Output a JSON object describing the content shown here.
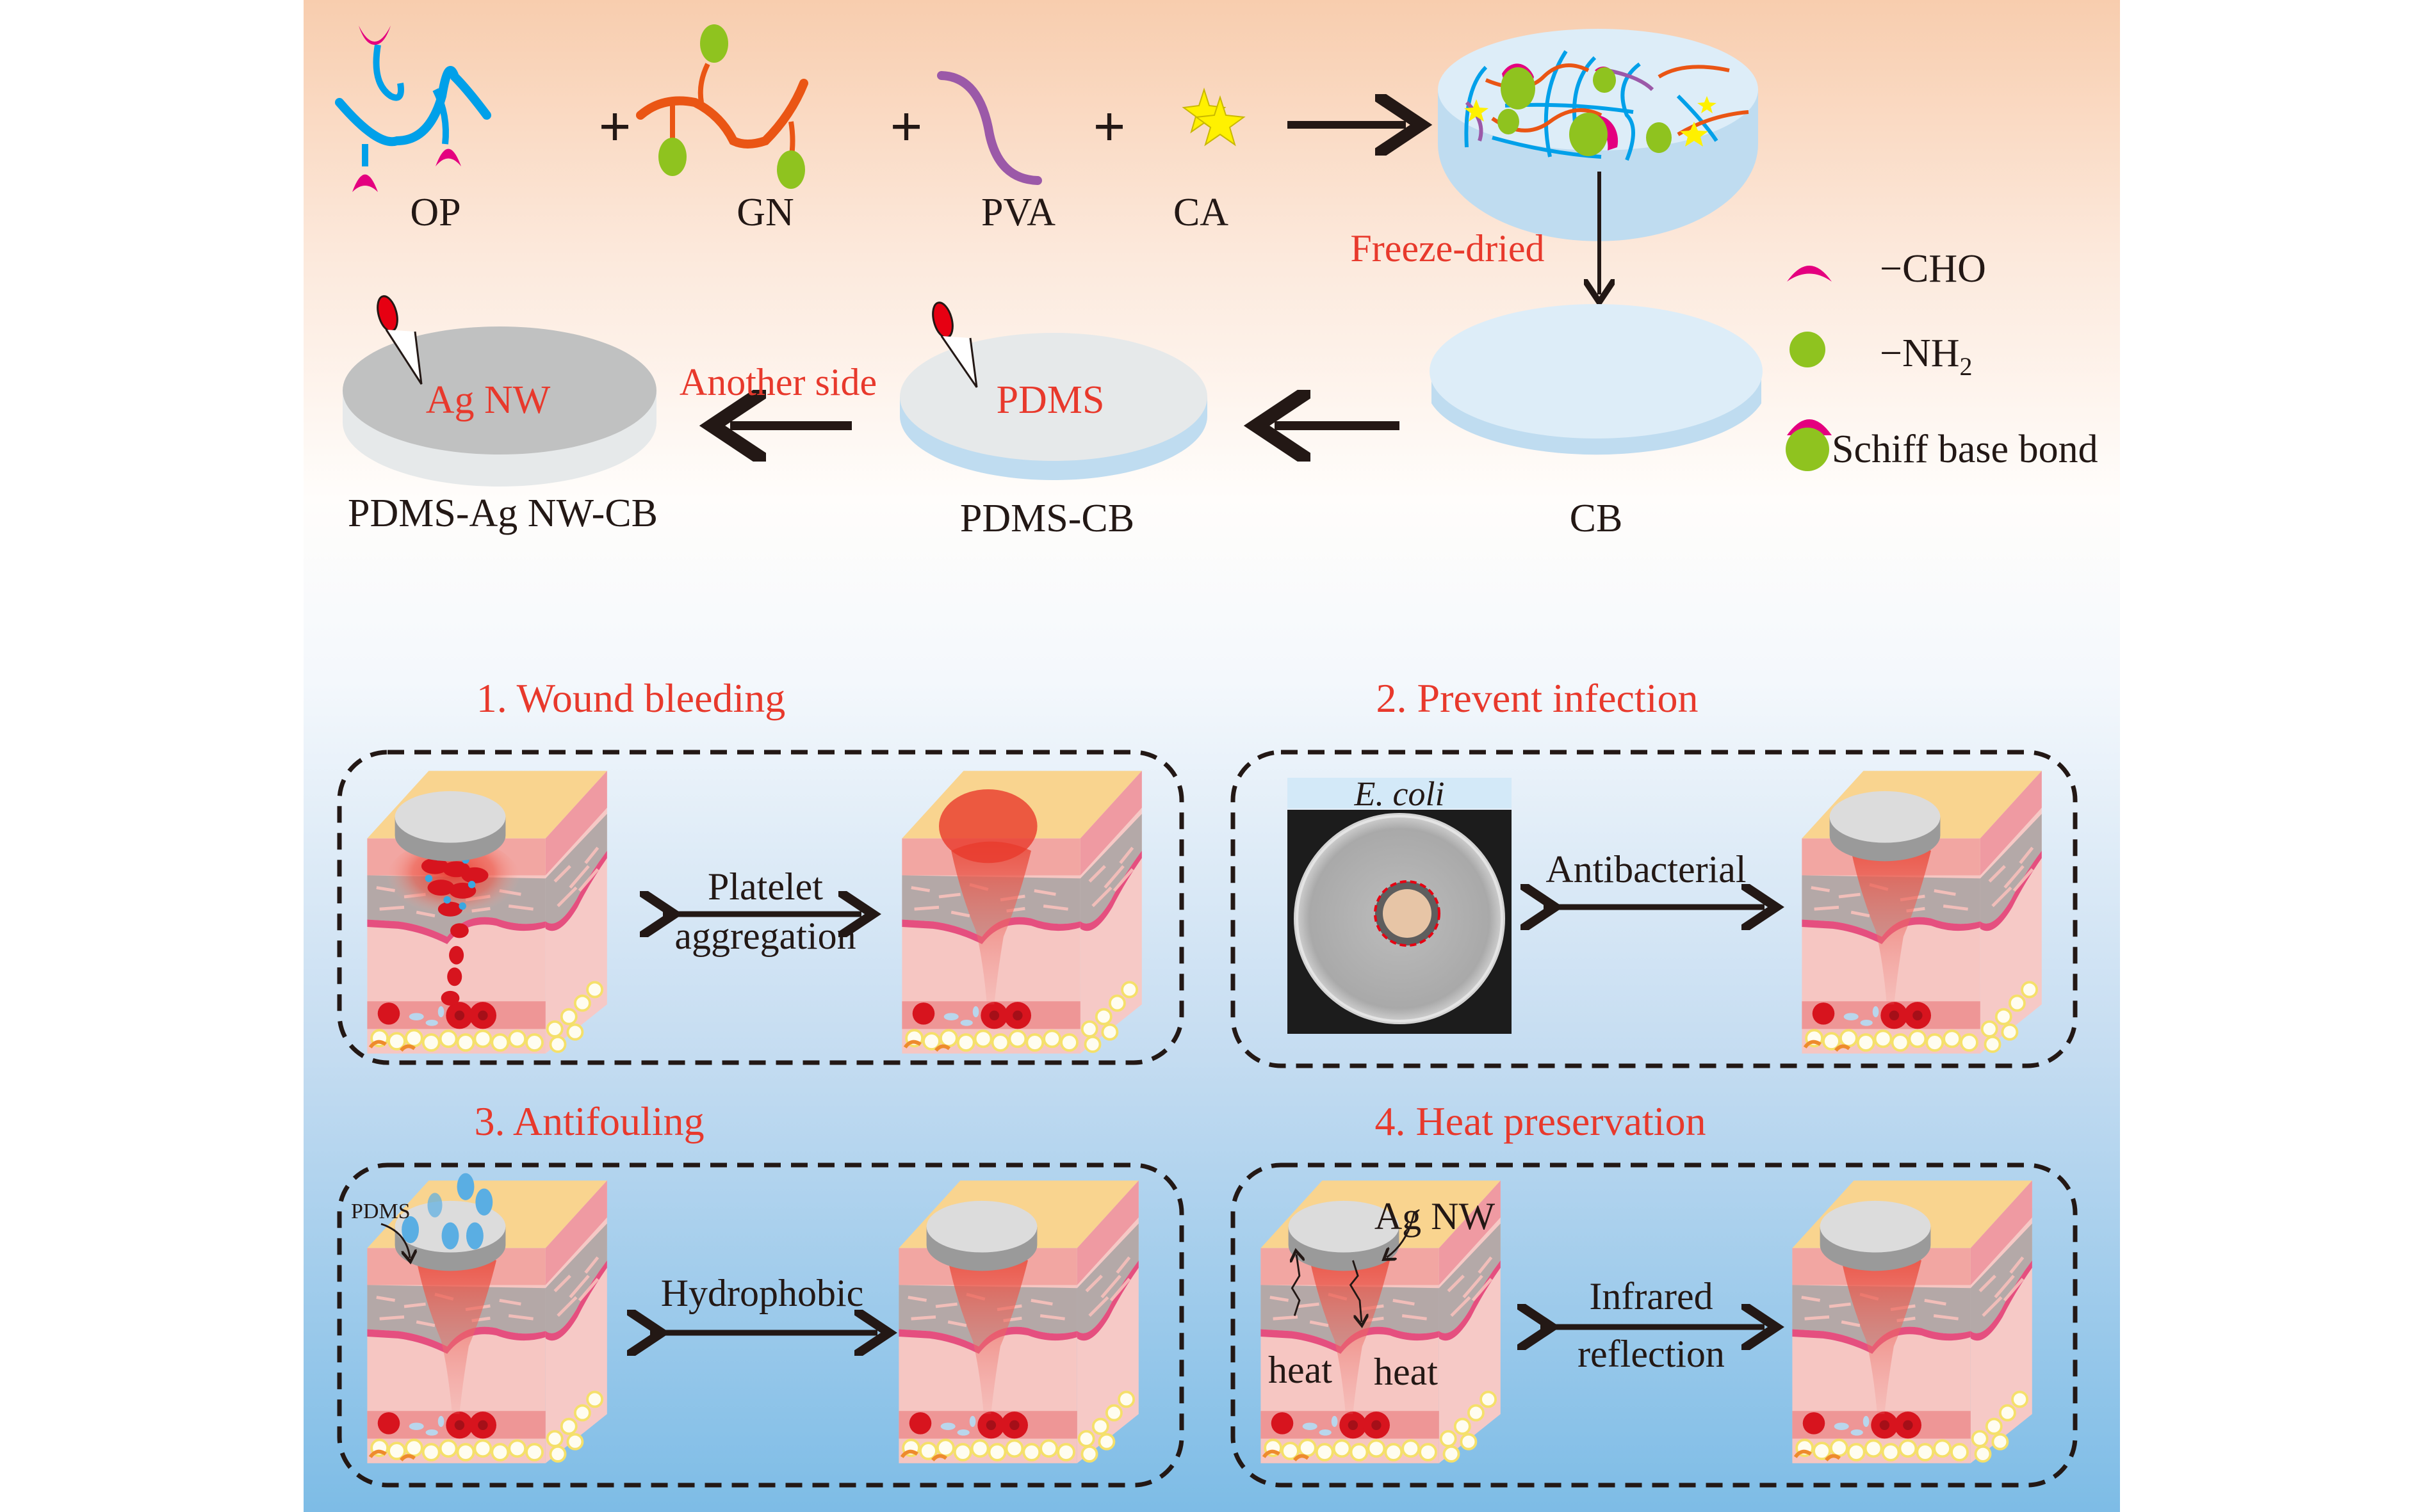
{
  "synthesis": {
    "components": [
      {
        "label": "OP",
        "icon": "oxidized-polymer-chain-icon"
      },
      {
        "label": "GN",
        "icon": "gelatin-chain-icon"
      },
      {
        "label": "PVA",
        "icon": "pva-chain-icon"
      },
      {
        "label": "CA",
        "icon": "star-molecules-icon"
      }
    ],
    "plus_sign": "+",
    "freeze_dried_label": "Freeze-dried",
    "products": {
      "cb": "CB",
      "pdms_cb": "PDMS-CB",
      "pdms_agnw_cb": "PDMS-Ag NW-CB",
      "pdms_coating": "PDMS",
      "agnw_coating": "Ag NW"
    },
    "another_side_label": "Another side"
  },
  "legend": {
    "items": [
      {
        "label": "−CHO",
        "icon": "aldehyde-crescent-icon"
      },
      {
        "label": "−NH",
        "subscript": "2",
        "icon": "amine-circle-icon"
      },
      {
        "label": "Schiff base bond",
        "icon": "schiff-base-icon"
      }
    ]
  },
  "panels": [
    {
      "title": "1. Wound bleeding",
      "arrow_label_lines": [
        "Platelet",
        "aggregation"
      ]
    },
    {
      "title": "2. Prevent infection",
      "arrow_label_lines": [
        "Antibacterial"
      ],
      "photo_label": "E. coli"
    },
    {
      "title": "3. Antifouling",
      "arrow_label_lines": [
        "Hydrophobic"
      ],
      "callout": "PDMS"
    },
    {
      "title": "4. Heat preservation",
      "arrow_label_lines": [
        "Infrared",
        "reflection"
      ],
      "callouts": [
        "Ag NW",
        "heat",
        "heat"
      ]
    }
  ],
  "colors": {
    "title_red": "#e8392c",
    "cho_magenta": "#e4007f",
    "nh2_green": "#8fc31f",
    "op_blue": "#00a0e9",
    "gn_orange": "#ea5514",
    "pva_purple": "#9b59a8",
    "ca_yellow": "#fff100",
    "bg_top": "#f8cfb0",
    "bg_bottom": "#7fbde6"
  }
}
